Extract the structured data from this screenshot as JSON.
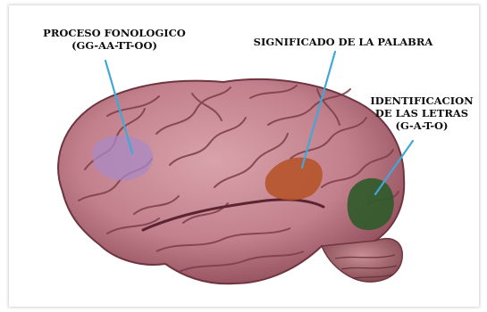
{
  "labels": {
    "fonologico": {
      "line1": "PROCESO FONOLOGICO",
      "line2": "(GG-AA-TT-OO)"
    },
    "significado": {
      "line1": "SIGNIFICADO DE LA PALABRA"
    },
    "identificacion": {
      "line1": "IDENTIFICACION",
      "line2": "DE LAS LETRAS",
      "line3": "(G-A-T-O)"
    }
  },
  "colors": {
    "brain": "#c98a95",
    "brain_dark": "#7a3d48",
    "region_fonologico": "#a98ac4",
    "region_significado": "#b5542a",
    "region_identificacion": "#2f5a2a",
    "pointer": "#3fa8d8"
  }
}
